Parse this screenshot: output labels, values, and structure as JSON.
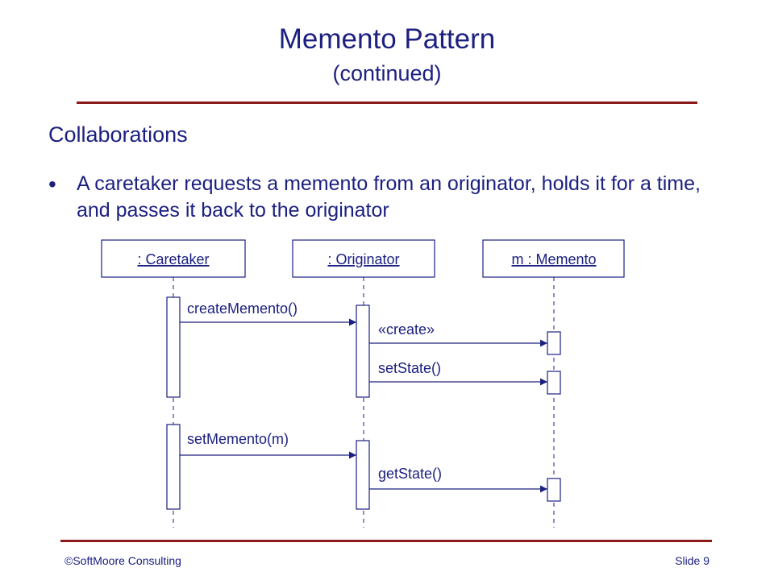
{
  "slide": {
    "title": "Memento Pattern",
    "subtitle": "(continued)",
    "heading": "Collaborations",
    "bullet": "A caretaker requests a memento from an originator, holds it for a time, and passes it back to the originator"
  },
  "diagram": {
    "lifelines": [
      {
        "label": ": Caretaker"
      },
      {
        "label": ": Originator"
      },
      {
        "label": "m : Memento"
      }
    ],
    "messages": [
      {
        "label": "createMemento()",
        "from": ": Caretaker",
        "to": ": Originator"
      },
      {
        "label": "«create»",
        "from": ": Originator",
        "to": "m : Memento"
      },
      {
        "label": "setState()",
        "from": ": Originator",
        "to": "m : Memento"
      },
      {
        "label": "setMemento(m)",
        "from": ": Caretaker",
        "to": ": Originator"
      },
      {
        "label": "getState()",
        "from": ": Originator",
        "to": "m : Memento"
      }
    ]
  },
  "footer": {
    "left": "©SoftMoore Consulting",
    "right": "Slide 9"
  },
  "colors": {
    "text": "#1c2080",
    "rule": "#8b1a1a"
  }
}
